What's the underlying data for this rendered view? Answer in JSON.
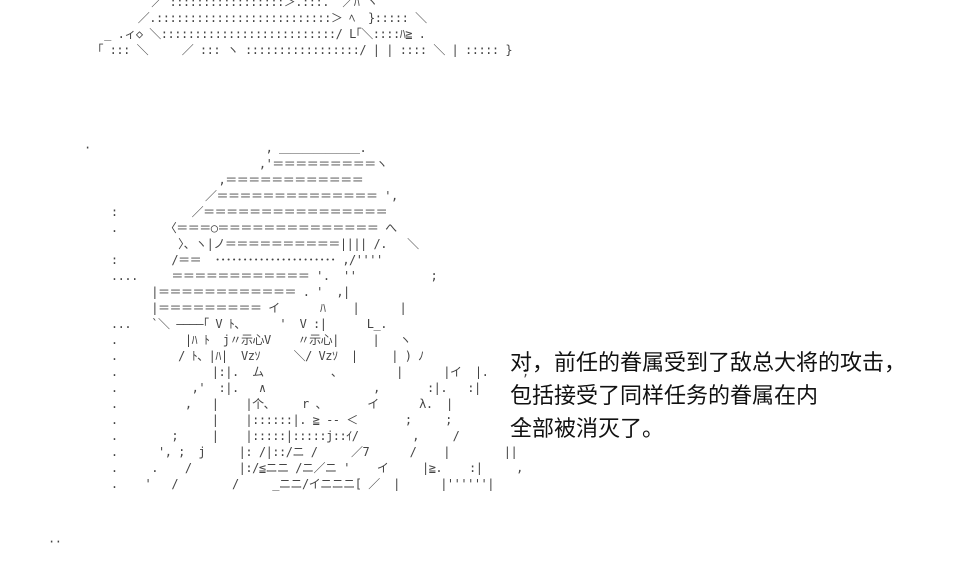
{
  "ascii_art": {
    "top_fragment": "          ／ :::::::::::::::::＞.:::.  ／ﾊ ヽ\n        ／.::::::::::::::::::::::::::＞ ﾍ  }::::: ＼\n   _ .ィ◇ ＼::::::::::::::::::::::::::/ L｢＼::::ﾊ≧ .\n  ｢ ::: ＼     ／ ::: ヽ :::::::::::::::::/ | | :::: ＼ | ::::: }",
    "main_figure": "·                          , ＿＿＿＿＿＿＿.\n                          ,'＝＝＝＝＝＝＝＝＝ヽ\n                    ,＝＝＝＝＝＝＝＝＝＝＝＝\n                  ／＝＝＝＝＝＝＝＝＝＝＝＝＝＝ ',\n    :           ／＝＝＝＝＝＝＝＝＝＝＝＝＝＝＝＝\n    .       〈＝＝＝○＝＝＝＝＝＝＝＝＝＝＝＝＝＝ へ\n              〉、ヽ|ノ＝＝＝＝＝＝＝＝＝＝|||| /.   ＼\n    :        /＝＝  ･･････････････････････ ,/''''\n    ....     ＝＝＝＝＝＝＝＝＝＝＝＝ '.  ''           ;\n          |＝＝＝＝＝＝＝＝＝＝＝＝ . '  ,|\n          |＝＝＝＝＝＝＝＝＝ イ      ﾊ    |      |\n    ...   `＼ ――――｢ V ﾄ、     '  V :|      L_.\n    .          |ﾊ ﾄ  j〃示心V    〃示心|     |   ヽ\n    .         / ﾄ、|ﾊ|  Vzｿ     ＼/ Vzｿ  |     | ) ﾉ\n    .              |:|.  ム          、        |      |イ  |.     ;\n    .           ,'  :|.   ∧                ,       :|.   :|\n    .          ,   |    |个、    r 、      イ      λ.  |\n    .              |    |::::::|. ≧ ‐‐ ＜       ;     ;          ;\n    .        ;     |    |:::::|:::::j::ｲ/        ,     /\n    .      ', ;  j     |: /|::/ニ /     ／7      /    |        ||\n    .     .    /       |:/≦ニニ /ニ／ニ '    イ     |≧.    :|     ,\n    .    '   /        /     _ニニ/イニニニ[ ／  |      |''''''|"
  },
  "stray_mark": "··",
  "narration": [
    "对，前任的眷属受到了敌总大将的攻击，",
    "包括接受了同样任务的眷属在内",
    "全部被消灭了。"
  ]
}
